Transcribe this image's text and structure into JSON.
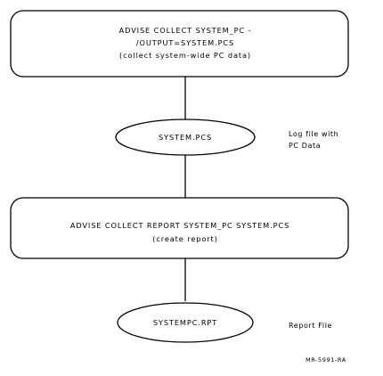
{
  "steps": {
    "collect": {
      "line1": "ADVISE COLLECT SYSTEM_PC -",
      "line2": "/OUTPUT=SYSTEM.PCS",
      "line3": "(collect system-wide PC data)"
    },
    "report": {
      "line1": "ADVISE COLLECT REPORT SYSTEM_PC SYSTEM.PCS",
      "line2": "(create report)"
    }
  },
  "files": {
    "log": {
      "name": "SYSTEM.PCS",
      "description_line1": "Log file with",
      "description_line2": "PC Data"
    },
    "report": {
      "name": "SYSTEMPC.RPT",
      "description": "Report File"
    }
  },
  "figure_id": "MR-5991-RA",
  "colors": {
    "stroke": "#000000",
    "fill": "#ffffff",
    "text": "#000000"
  }
}
